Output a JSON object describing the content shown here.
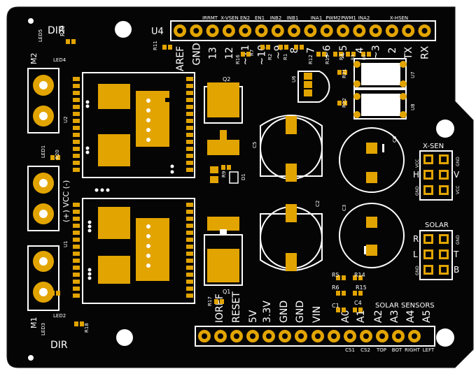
{
  "board": {
    "colors": {
      "pcb": "#050505",
      "gold": "#e2a400",
      "silk": "#ffffff",
      "background": "#ffffff"
    },
    "module_label": "U4",
    "header_top": {
      "small_labels": [
        "IRRMT",
        "X-VSEN",
        "EN2",
        "EN1",
        "INB2",
        "INB1",
        "INA1",
        "PWM2",
        "PWM1",
        "INA2",
        "X-HSEN"
      ],
      "pin_labels": [
        "AREF",
        "GND",
        "13",
        "12",
        "~11",
        "~10",
        "~9",
        "8",
        "7",
        "~6",
        "~5",
        "4",
        "~3",
        "2",
        "TX",
        "RX"
      ]
    },
    "header_bottom": {
      "pin_labels": [
        "IOREF",
        "RESET",
        "3.3V",
        "5V",
        "GND",
        "GND",
        "VIN",
        "A0",
        "A1",
        "A2",
        "A3",
        "A4",
        "A5"
      ],
      "small_labels": [
        "CS1",
        "CS2",
        "TOP",
        "BOT",
        "RIGHT",
        "LEFT"
      ],
      "group_label": "SOLAR SENSORS"
    },
    "motor_terminals": {
      "top": "M2",
      "bottom": "M1",
      "power": "(+) VCC (-)",
      "dir_label": "DIR"
    },
    "connectors": {
      "xsen": {
        "title": "X-SEN",
        "left": [
          "VCC",
          "H",
          "GND"
        ],
        "right": [
          "GND",
          "V",
          "VCC"
        ]
      },
      "solar": {
        "title": "SOLAR",
        "left": [
          "VCC",
          "R",
          "L",
          "GND"
        ],
        "right": [
          "GND",
          "T",
          "B"
        ]
      }
    },
    "refdes": [
      "R19",
      "LED5",
      "LED4",
      "R11",
      "R16",
      "R7",
      "R2",
      "R1",
      "R12",
      "R13",
      "R4",
      "R3",
      "R0",
      "R21",
      "R22",
      "U6",
      "U7",
      "U8",
      "U2",
      "U1",
      "Q2",
      "Q1",
      "D1",
      "R9",
      "C5",
      "C2",
      "C6",
      "C3",
      "R5",
      "R6",
      "R14",
      "R15",
      "C1",
      "C4",
      "LED1",
      "R20",
      "LED3",
      "LED2",
      "R18",
      "R17"
    ]
  }
}
